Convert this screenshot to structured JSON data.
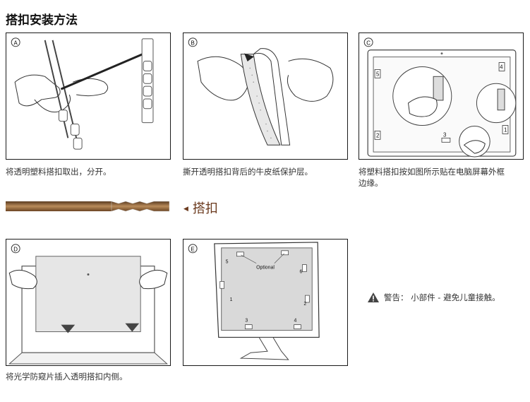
{
  "page": {
    "title": "搭扣安装方法"
  },
  "steps": [
    {
      "letter": "A",
      "caption": "将透明塑料搭扣取出，分开。"
    },
    {
      "letter": "B",
      "caption": "撕开透明搭扣背后的牛皮纸保护层。"
    },
    {
      "letter": "C",
      "caption": "将塑料搭扣按如图所示贴在电脑屏幕外框",
      "caption2": "边缘。",
      "marks": [
        "5",
        "4",
        "3",
        "2",
        "1"
      ]
    },
    {
      "letter": "D",
      "caption": "将光学防窥片插入透明搭扣内侧。"
    },
    {
      "letter": "E",
      "caption": "",
      "optional": "Optional",
      "marks": [
        "5",
        "6",
        "1",
        "2",
        "3",
        "4"
      ]
    }
  ],
  "clip": {
    "label": "搭扣"
  },
  "warning": {
    "text": "警告： 小部件 - 避免儿童接触。"
  }
}
